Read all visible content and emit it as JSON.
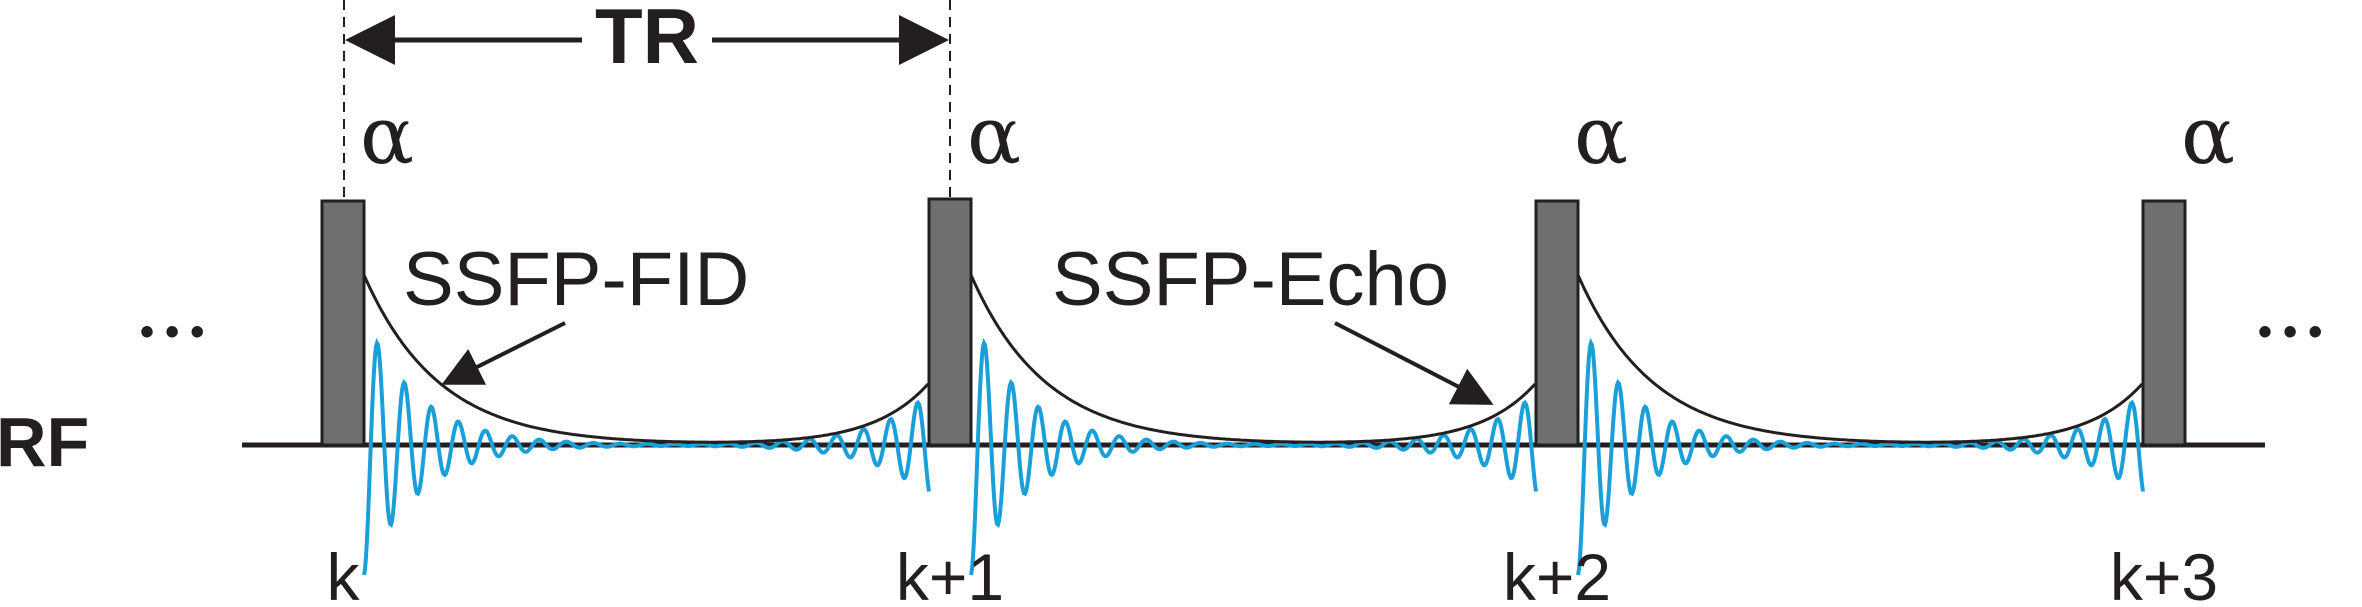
{
  "diagram": {
    "axis_label": "RF",
    "tr_label": "TR",
    "ellipsis_left": "• • •",
    "ellipsis_right": "• • •",
    "pulse_symbol": "α",
    "pulse_indices": [
      "k",
      "k+1",
      "k+2",
      "k+3"
    ],
    "fid_label": "SSFP-FID",
    "echo_label": "SSFP-Echo"
  },
  "colors": {
    "pulse": "#6f6f6f",
    "line": "#231f20",
    "signal": "#1a9fd9"
  }
}
